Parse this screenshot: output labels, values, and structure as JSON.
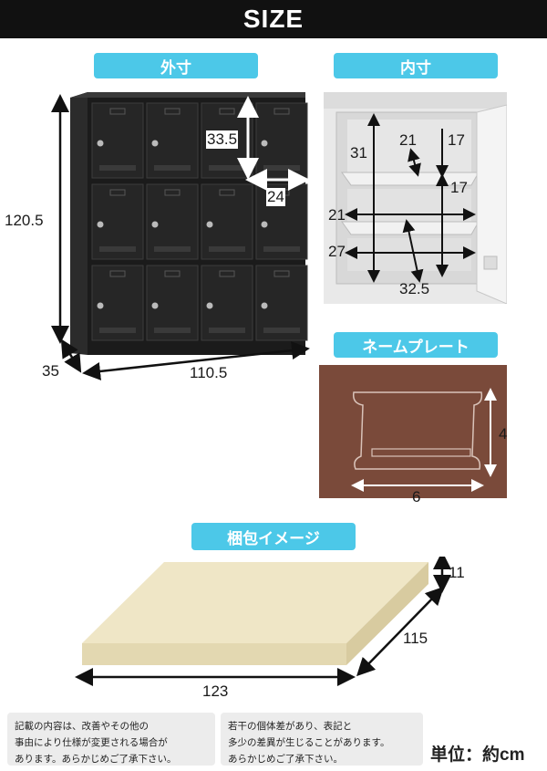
{
  "title": "SIZE",
  "sections": {
    "exterior": "外寸",
    "interior": "内寸",
    "nameplate": "ネームプレート",
    "package": "梱包イメージ"
  },
  "exterior_dims": {
    "height": "120.5",
    "depth": "35",
    "width": "110.5",
    "door_height": "33.5",
    "door_width": "24"
  },
  "interior_dims": {
    "a": "31",
    "b": "21",
    "c": "17",
    "d": "17",
    "e": "21",
    "f": "27",
    "g": "32.5"
  },
  "nameplate_dims": {
    "height": "4",
    "width": "6"
  },
  "package_dims": {
    "thickness": "11",
    "depth": "115",
    "width": "123"
  },
  "notes": {
    "left": [
      "記載の内容は、改善やその他の",
      "事由により仕様が変更される場合が",
      "あります。あらかじめご了承下さい。"
    ],
    "right": [
      "若干の個体差があり、表記と",
      "多少の差異が生じることがあります。",
      "あらかじめご了承下さい。"
    ]
  },
  "unit_label": "単位：約cm",
  "colors": {
    "header_bg": "#111111",
    "accent": "#4cc8e8",
    "nameplate_bg": "#7a4a3a",
    "box": "#efe6c6"
  }
}
